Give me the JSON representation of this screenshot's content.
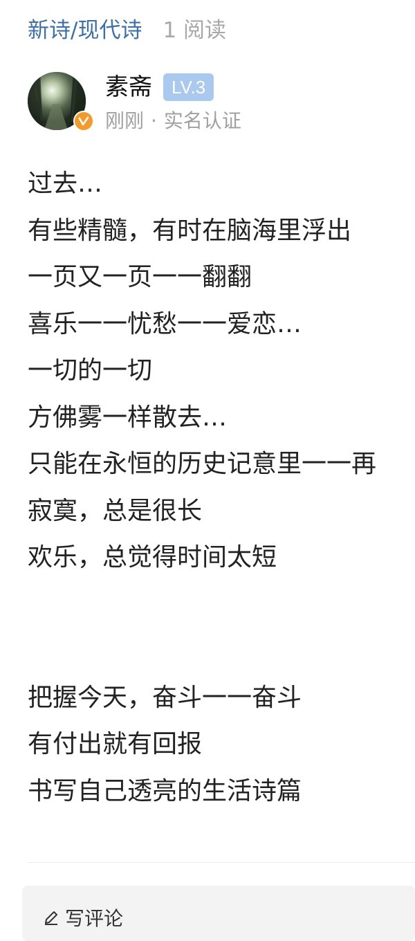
{
  "header": {
    "category": "新诗/现代诗",
    "read_count": "1 阅读"
  },
  "author": {
    "name": "素斋",
    "level": "LV.3",
    "time": "刚刚",
    "separator": "·",
    "verification": "实名认证",
    "avatar_icon": "avatar-photo",
    "badge_icon": "verified-v-icon"
  },
  "poem": {
    "lines": [
      "过去…",
      "有些精髓，有时在脑海里浮出",
      "一页又一页一一翻翻",
      "喜乐一一忧愁一一爱恋…",
      "一切的一切",
      "方佛雾一样散去…",
      "只能在永恒的历史记意里一一再",
      "寂寞，总是很长",
      "欢乐，总觉得时间太短",
      "",
      "",
      "把握今天，奋斗一一奋斗",
      "有付出就有回报",
      "书写自己透亮的生活诗篇"
    ]
  },
  "comment": {
    "label": "写评论",
    "icon": "pencil-icon"
  },
  "colors": {
    "link": "#3c6fae",
    "muted": "#a8a8a8",
    "level_badge": "#a9c9ee",
    "verified": "#f39a2b"
  }
}
